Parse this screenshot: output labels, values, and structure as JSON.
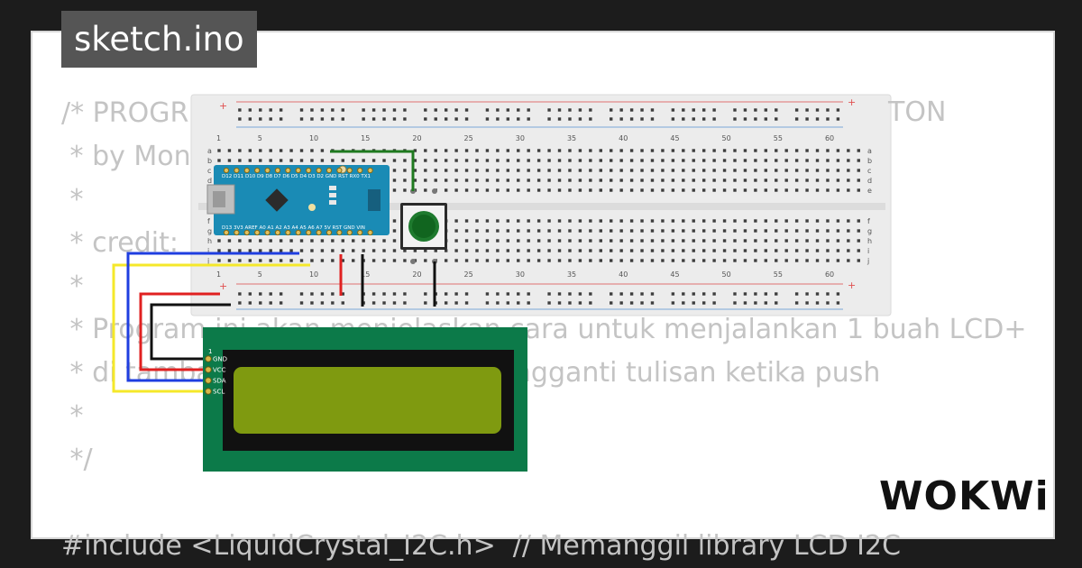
{
  "tab": {
    "title": "sketch.ino"
  },
  "code_lines": [
    "/* PROGR",
    " * by Mon",
    " *",
    " * credit:",
    " *",
    " * Program ini akan menjelaskan cara untuk menjalankan 1 buah LCD+",
    " * di tamba                    untuk mengganti tulisan ketika push",
    " *",
    " */",
    "",
    "#include <LiquidCrystal_I2C.h>  // Memanggil library LCD I2C"
  ],
  "code_tail": "TON",
  "breadboard": {
    "column_labels": [
      "1",
      "5",
      "10",
      "15",
      "20",
      "25",
      "30",
      "35",
      "40",
      "45",
      "50",
      "55",
      "60"
    ],
    "row_labels_top": [
      "a",
      "b",
      "c",
      "d",
      "e"
    ],
    "row_labels_bottom": [
      "f",
      "g",
      "h",
      "i",
      "j"
    ],
    "rail_plus": "+",
    "rail_minus": "−"
  },
  "arduino": {
    "pins_top": "D12 D11 D10 D9 D8 D7 D6 D5 D4 D3 D2 GND RST RX0 TX1",
    "pins_bottom": "D13 3V3 AREF A0 A1 A2 A3 A4 A5 A6 A7 5V RST GND VIN"
  },
  "lcd": {
    "pins": [
      "GND",
      "VCC",
      "SDA",
      "SCL"
    ],
    "pin_number": "1"
  },
  "brand": {
    "logo": "WOKWi"
  }
}
